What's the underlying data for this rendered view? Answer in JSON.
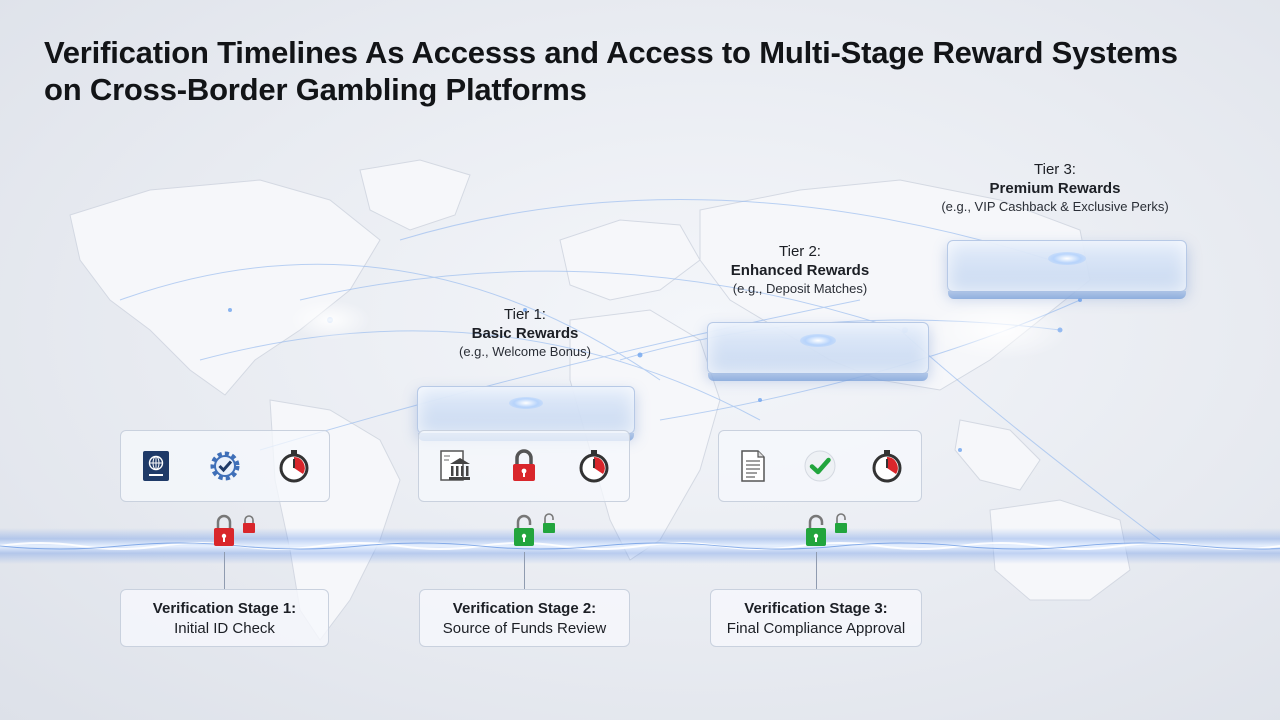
{
  "title": "Verification Timelines As Accesss and Access to Multi-Stage Reward Systems on Cross-Border Gambling Platforms",
  "tiers": [
    {
      "label": "Tier 1:",
      "name": "Basic Rewards",
      "example": "(e.g., Welcome Bonus)"
    },
    {
      "label": "Tier 2:",
      "name": "Enhanced Rewards",
      "example": "(e.g., Deposit Matches)"
    },
    {
      "label": "Tier 3:",
      "name": "Premium Rewards",
      "example": "(e.g., VIP Cashback & Exclusive Perks)"
    }
  ],
  "stages": [
    {
      "title": "Verification Stage 1:",
      "subtitle": "Initial ID Check",
      "lock": "locked",
      "icons": [
        "passport-icon",
        "gear-check-icon",
        "stopwatch-icon"
      ]
    },
    {
      "title": "Verification Stage 2:",
      "subtitle": "Source of Funds Review",
      "lock": "unlocked",
      "icons": [
        "bank-document-icon",
        "padlock-icon",
        "stopwatch-icon"
      ]
    },
    {
      "title": "Verification Stage 3:",
      "subtitle": "Final Compliance Approval",
      "lock": "unlocked",
      "icons": [
        "document-icon",
        "checkmark-icon",
        "stopwatch-icon"
      ]
    }
  ],
  "colors": {
    "locked": "#d9262b",
    "unlocked": "#22a53d",
    "accent": "#3f7fd8",
    "navy": "#1f3a68"
  }
}
